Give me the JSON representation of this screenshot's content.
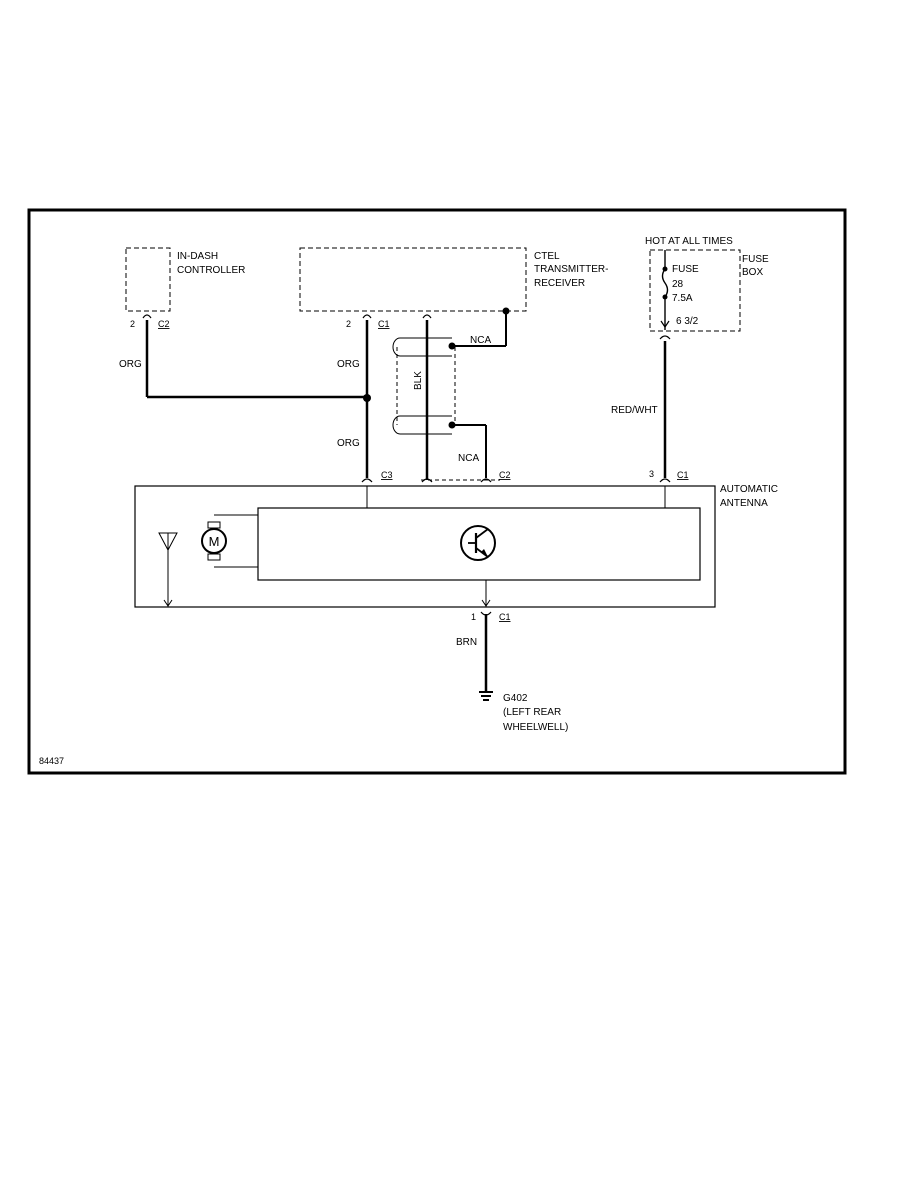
{
  "components": {
    "in_dash_controller": {
      "line1": "IN-DASH",
      "line2": "CONTROLLER"
    },
    "ctel": {
      "line1": "CTEL",
      "line2": "TRANSMITTER-",
      "line3": "RECEIVER"
    },
    "fuse_box": {
      "power": "HOT AT ALL TIMES",
      "line1": "FUSE",
      "line2": "BOX",
      "fuse_label": "FUSE",
      "fuse_number": "28",
      "fuse_rating": "7.5A",
      "terminal": "6 3/2"
    },
    "antenna": {
      "line1": "AUTOMATIC",
      "line2": "ANTENNA",
      "motor": "M"
    },
    "ground": {
      "id": "G402",
      "loc1": "(LEFT REAR",
      "loc2": "WHEELWELL)"
    }
  },
  "connectors": {
    "indash_pin": "2",
    "indash_conn": "C2",
    "ctel_pin": "2",
    "ctel_conn": "C1",
    "ant_c3": "C3",
    "ant_c2": "C2",
    "ant_c1_pin": "3",
    "ant_c1": "C1",
    "gnd_pin": "1",
    "gnd_conn": "C1"
  },
  "wires": {
    "org1": "ORG",
    "org2": "ORG",
    "org3": "ORG",
    "blk": "BLK",
    "nca1": "NCA",
    "nca2": "NCA",
    "red_wht": "RED/WHT",
    "brn": "BRN"
  },
  "figure_id": "84437"
}
